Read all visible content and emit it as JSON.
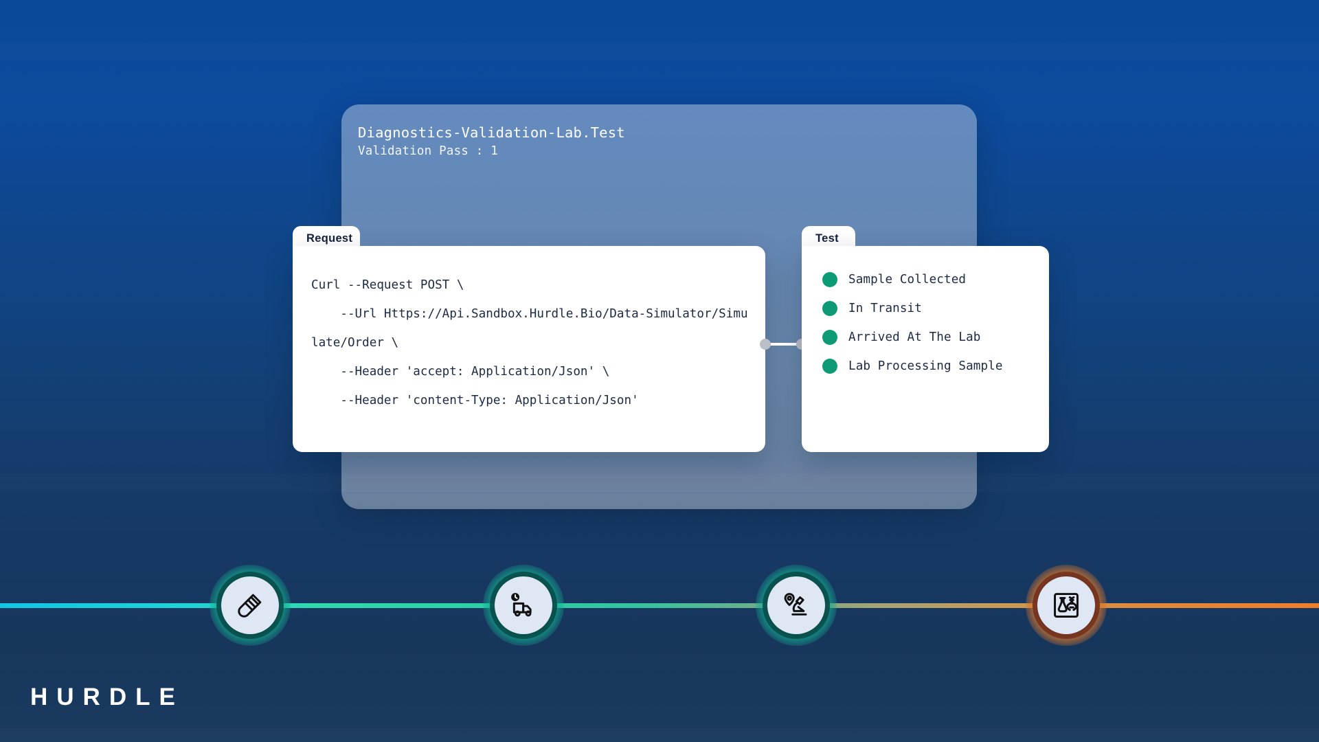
{
  "brand": {
    "name": "HURDLE",
    "accent_teal": "#0d9b76",
    "accent_orange": "#f07c28",
    "bg_top": "#0a4899",
    "bg_bottom": "#17365c"
  },
  "panel": {
    "title": "Diagnostics-Validation-Lab.Test",
    "subtitle": "Validation Pass : 1"
  },
  "request_card": {
    "tab_label": "Request",
    "code": "Curl --Request POST \\\n    --Url Https://Api.Sandbox.Hurdle.Bio/Data-Simulator/Simulate/Order \\\n    --Header 'accept: Application/Json' \\\n    --Header 'content-Type: Application/Json'"
  },
  "test_card": {
    "tab_label": "Test",
    "statuses": [
      {
        "label": "Sample Collected",
        "color": "#0d9b76"
      },
      {
        "label": "In Transit",
        "color": "#0d9b76"
      },
      {
        "label": "Arrived At The Lab",
        "color": "#0d9b76"
      },
      {
        "label": "Lab Processing Sample",
        "color": "#0d9b76"
      }
    ]
  },
  "timeline": {
    "nodes": [
      {
        "icon": "test-tube-icon",
        "stage": "sample-collected"
      },
      {
        "icon": "delivery-truck-clock-icon",
        "stage": "in-transit"
      },
      {
        "icon": "location-pin-microscope-icon",
        "stage": "arrived-at-lab"
      },
      {
        "icon": "flask-dna-icon",
        "stage": "lab-processing"
      }
    ]
  }
}
